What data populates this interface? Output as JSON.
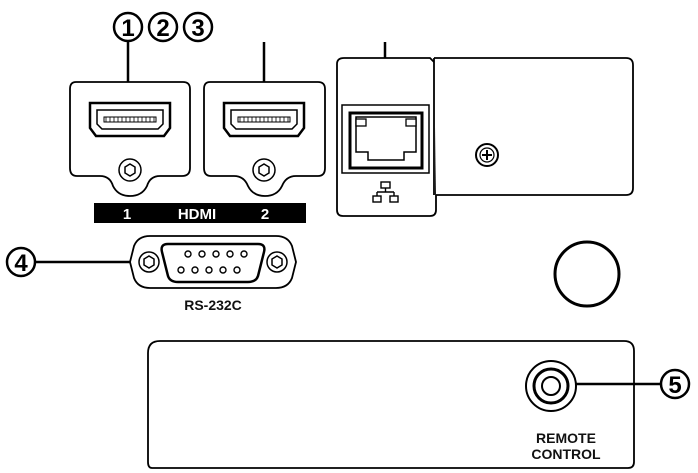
{
  "callouts": {
    "c1": "1",
    "c2": "2",
    "c3": "3",
    "c4": "4",
    "c5": "5"
  },
  "hdmi_bar": {
    "port1": "1",
    "title": "HDMI",
    "port2": "2"
  },
  "serial_label": "RS-232C",
  "remote_label": {
    "line1": "REMOTE",
    "line2": "CONTROL"
  },
  "icons": [
    "hdmi-port-icon",
    "lan-port-icon",
    "network-icon",
    "screw-icon",
    "db9-connector-icon",
    "remote-jack-icon",
    "round-hole-icon"
  ],
  "colors": {
    "line": "#000000",
    "panel_fill": "#ffffff",
    "bar": "#000000"
  }
}
